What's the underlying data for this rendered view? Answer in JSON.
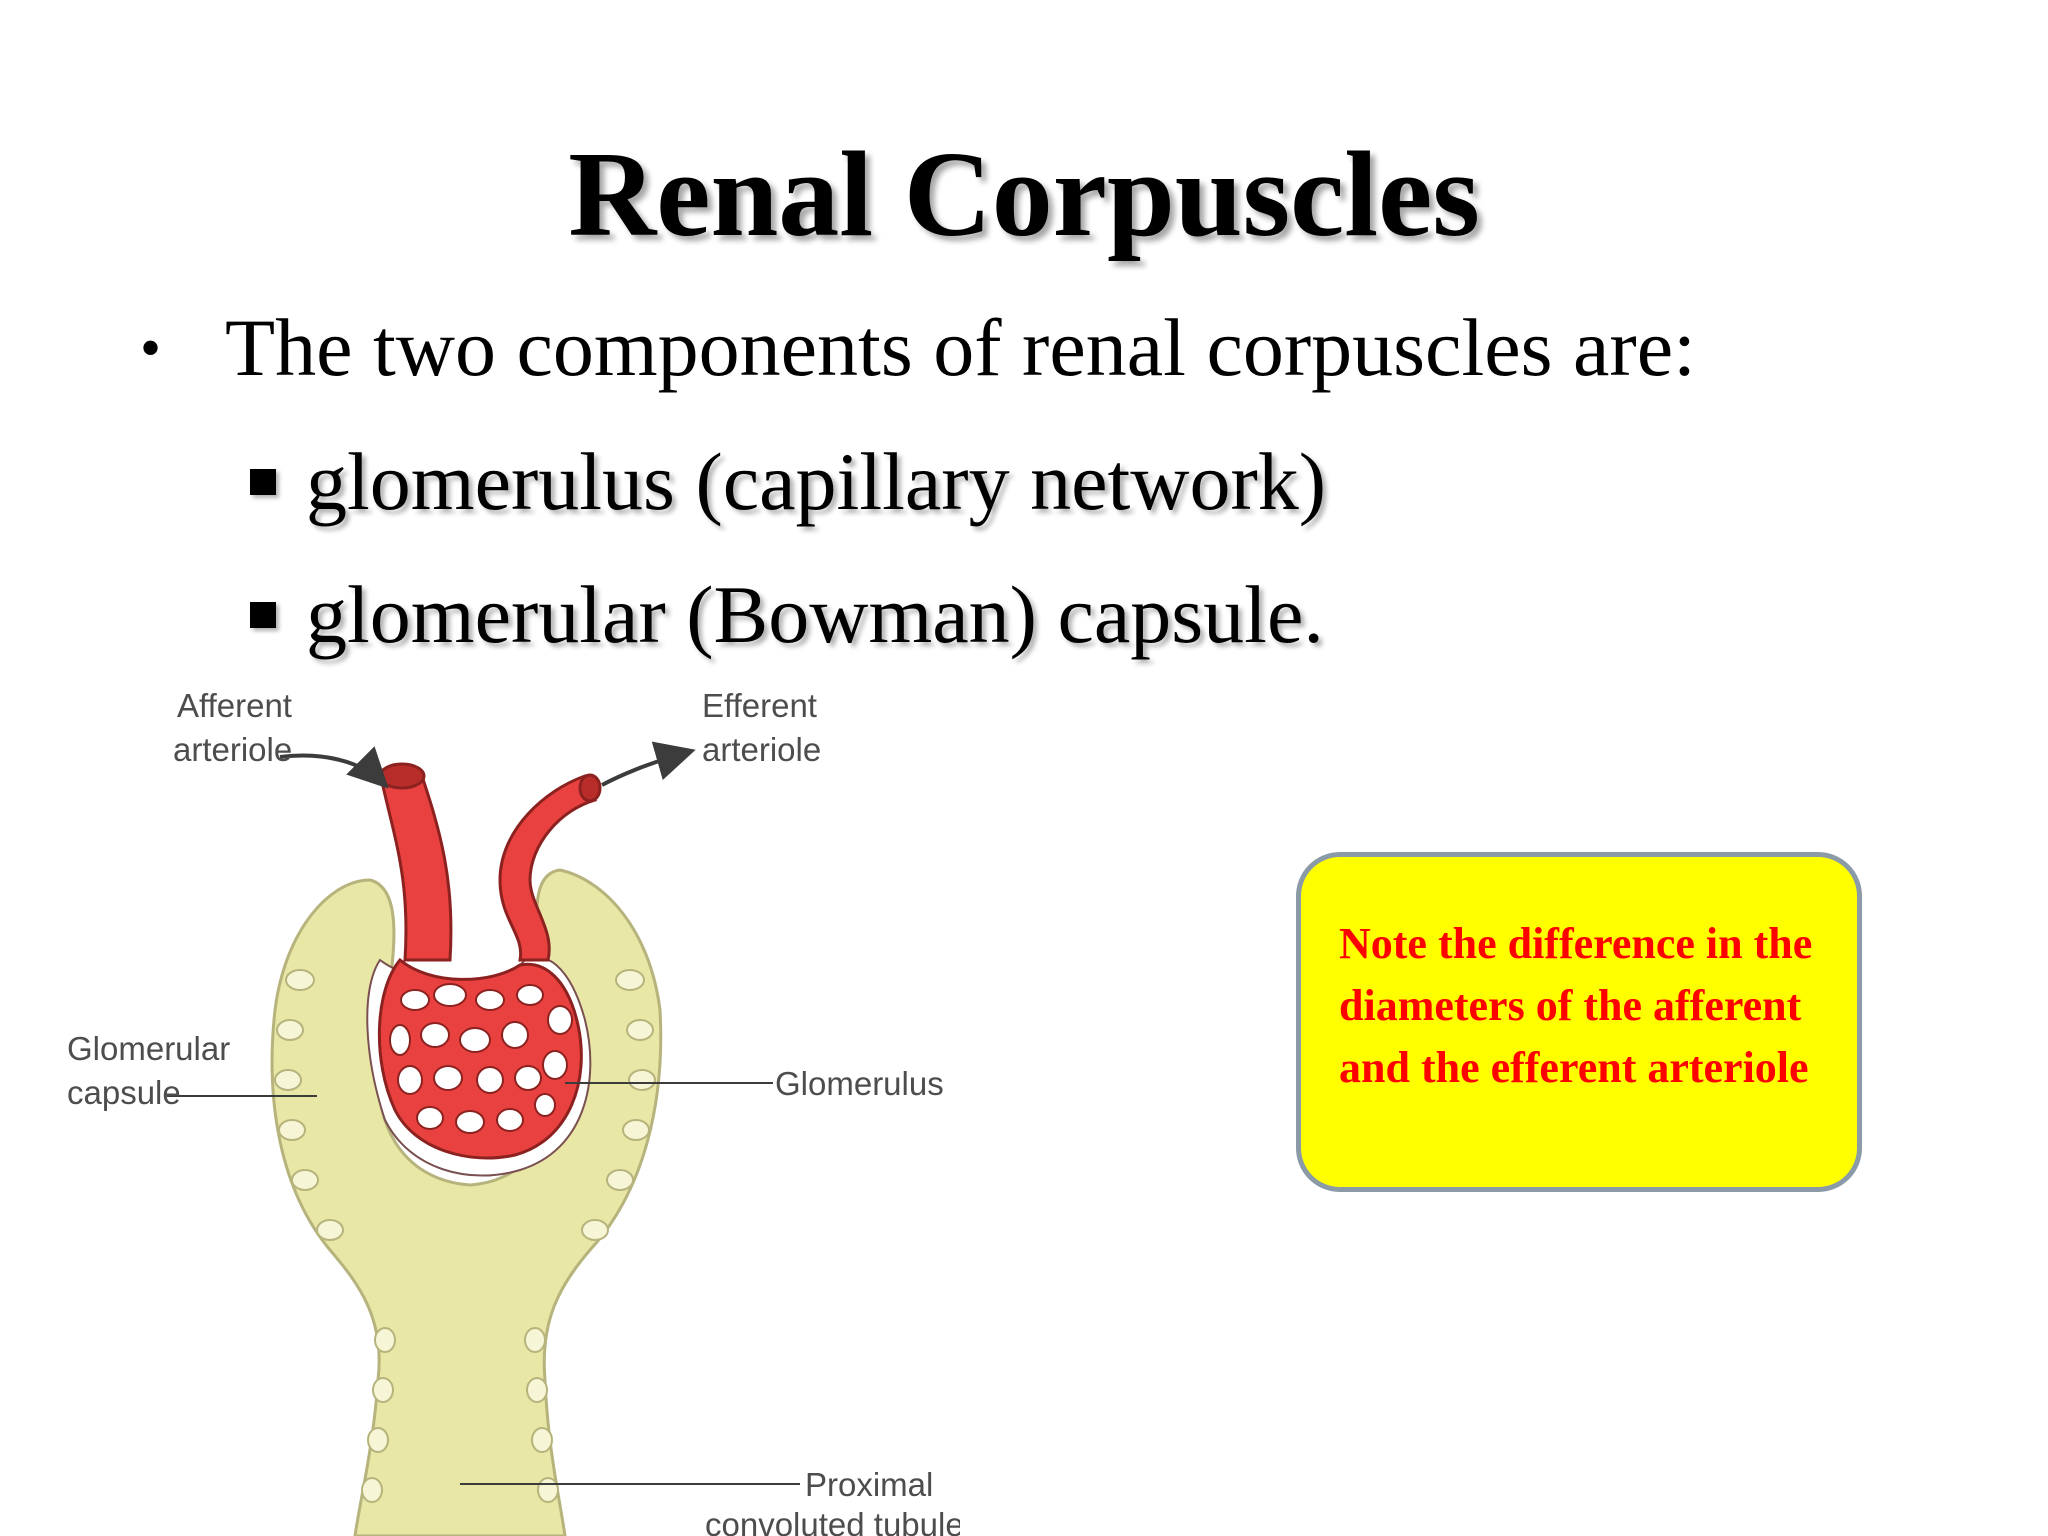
{
  "slide": {
    "title": "Renal Corpuscles",
    "bullet": {
      "marker": "•",
      "text": "The two components of renal corpuscles are:"
    },
    "sub_bullets": [
      "glomerulus (capillary network)",
      "glomerular (Bowman) capsule."
    ]
  },
  "figure": {
    "labels": {
      "afferent_1": "Afferent",
      "afferent_2": "arteriole",
      "efferent_1": "Efferent",
      "efferent_2": "arteriole",
      "glom_capsule_1": "Glomerular",
      "glom_capsule_2": "capsule",
      "glomerulus": "Glomerulus",
      "prox_1": "Proximal",
      "prox_2": "convoluted tubule"
    }
  },
  "note": {
    "text": "Note the difference in the diameters of the afferent and the efferent arteriole"
  },
  "colors": {
    "note_background": "#ffff00",
    "note_text": "#ff0000",
    "vessel": "#e8413f",
    "capsule": "#e9e7a6"
  }
}
